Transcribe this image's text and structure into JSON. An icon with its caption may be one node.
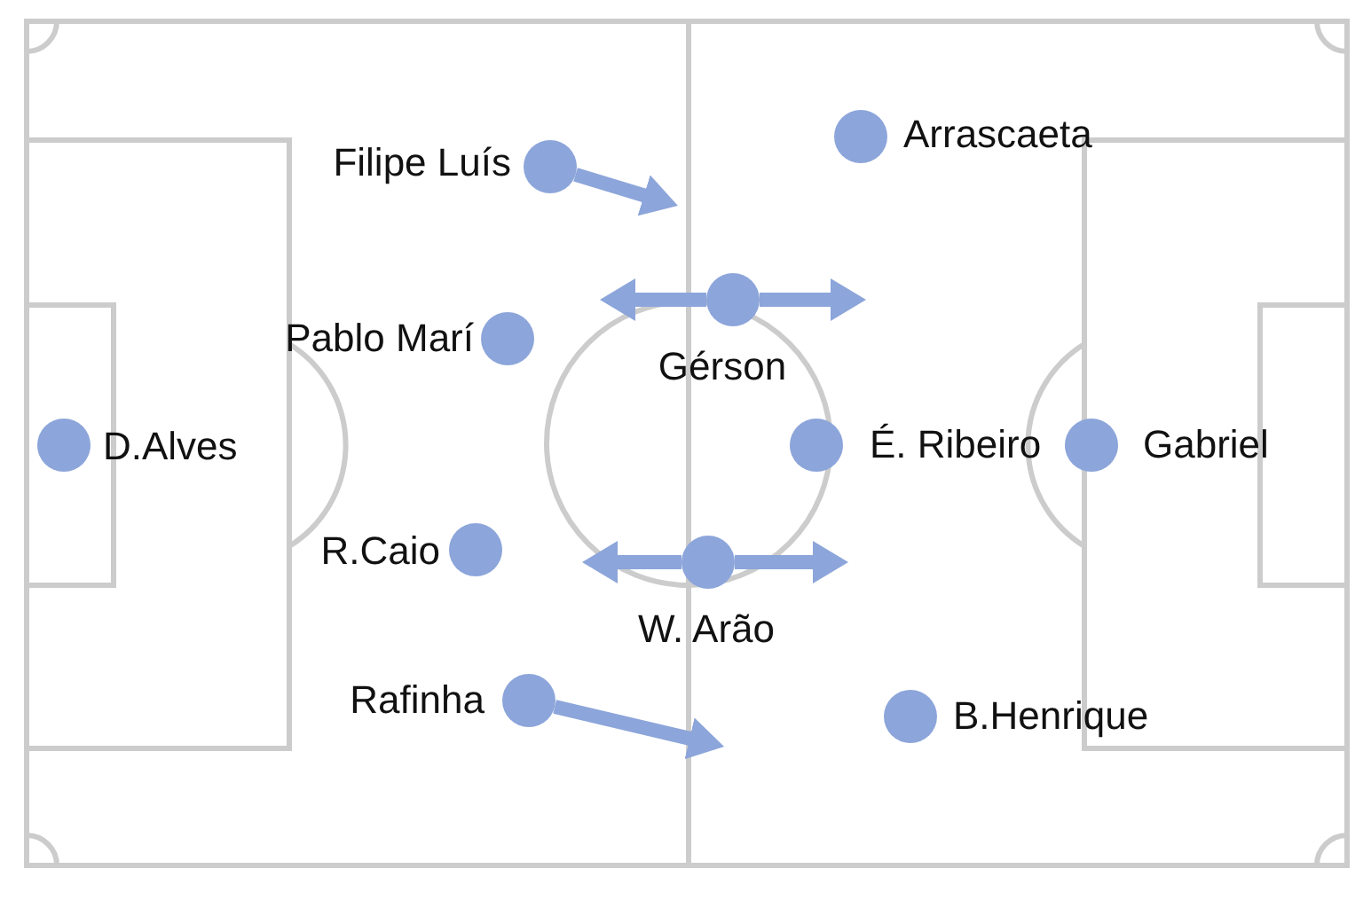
{
  "diagram": {
    "nodes": [
      {
        "text": [],
        "shape": "circle",
        "beside": [
          "Filipe Luís"
        ]
      },
      {
        "text": [],
        "shape": "circle",
        "beside": [
          "Arrascaeta"
        ]
      },
      {
        "text": [],
        "shape": "circle",
        "beside": [
          "Pablo Marí"
        ]
      },
      {
        "text": [],
        "shape": "circle",
        "beside": [
          "Gérson"
        ]
      },
      {
        "text": [],
        "shape": "circle",
        "beside": [
          "D.Alves"
        ]
      },
      {
        "text": [],
        "shape": "circle",
        "beside": [
          "É. Ribeiro"
        ]
      },
      {
        "text": [],
        "shape": "circle",
        "beside": [
          "Gabriel"
        ]
      },
      {
        "text": [],
        "shape": "circle",
        "beside": [
          "R.Caio"
        ]
      },
      {
        "text": [],
        "shape": "circle",
        "beside": [
          "W. Arão"
        ]
      },
      {
        "text": [],
        "shape": "circle",
        "beside": [
          "Rafinha"
        ]
      },
      {
        "text": [],
        "shape": "circle",
        "beside": [
          "B.Henrique"
        ]
      }
    ],
    "edges": [
      {
        "from": 0,
        "to": null,
        "arrow": "to"
      },
      {
        "from": 3,
        "to": null,
        "arrow": "to"
      },
      {
        "from": 3,
        "to": null,
        "arrow": "to"
      },
      {
        "from": 8,
        "to": null,
        "arrow": "to"
      },
      {
        "from": 8,
        "to": null,
        "arrow": "to"
      },
      {
        "from": 9,
        "to": null,
        "arrow": "to"
      }
    ]
  }
}
